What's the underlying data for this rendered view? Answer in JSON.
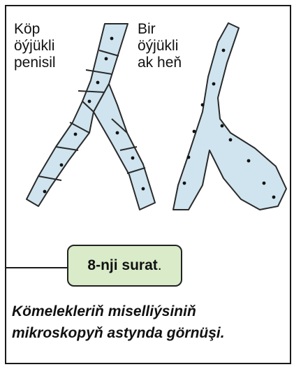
{
  "figure": {
    "left_label": [
      "Köp",
      "öýjükli",
      "penisil"
    ],
    "right_label": [
      "Bir",
      "öýjükli",
      "ak heň"
    ],
    "badge_bold": "8-nji surat",
    "badge_suffix": ".",
    "caption_lines": [
      "Kömelekleriň miselliýsiniň",
      "mikroskopyň astynda görnüşi."
    ],
    "colors": {
      "hypha_fill": "#cfe4ee",
      "badge_fill": "#d9ebc9",
      "outline": "#222222"
    }
  }
}
